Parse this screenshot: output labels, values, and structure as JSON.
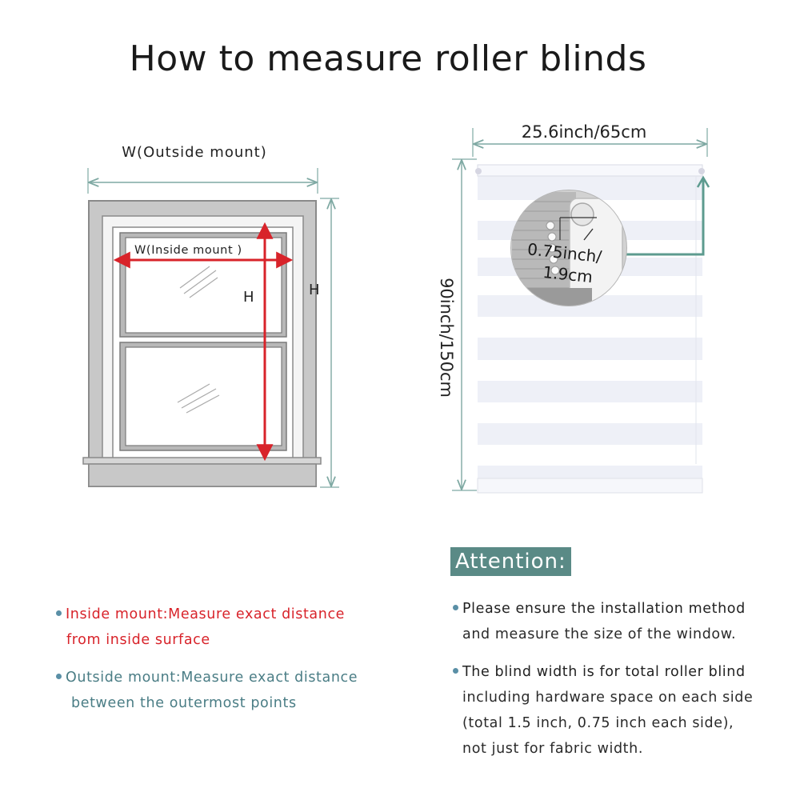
{
  "title": "How to measure roller blinds",
  "window_diagram": {
    "outside_mount_label": "W(Outside mount)",
    "inside_mount_label": "W(Inside mount )",
    "inside_height_label": "H",
    "outside_height_label": "H"
  },
  "blind_diagram": {
    "width_label": "25.6inch/65cm",
    "height_label": "90inch/150cm",
    "detail_label_line1": "0.75inch/",
    "detail_label_line2": "1.9cm"
  },
  "left_notes": {
    "inside_line1": "Inside mount:Measure exact distance",
    "inside_line2": "from inside surface",
    "outside_line1": "Outside mount:Measure exact distance",
    "outside_line2": "between the outermost points"
  },
  "attention": {
    "heading": "Attention:",
    "note1_line1": "Please ensure the installation method",
    "note1_line2": "and measure the size of the window.",
    "note2_line1": "The blind width is for total roller blind",
    "note2_line2": "including hardware space on each side",
    "note2_line3": "(total 1.5 inch, 0.75 inch each side),",
    "note2_line4": "not just for fabric width."
  },
  "colors": {
    "dimension_teal": "#7fa9a3",
    "inside_red": "#d8232a",
    "attention_bg": "#5a8a86",
    "bullet": "#5a8fa6"
  }
}
